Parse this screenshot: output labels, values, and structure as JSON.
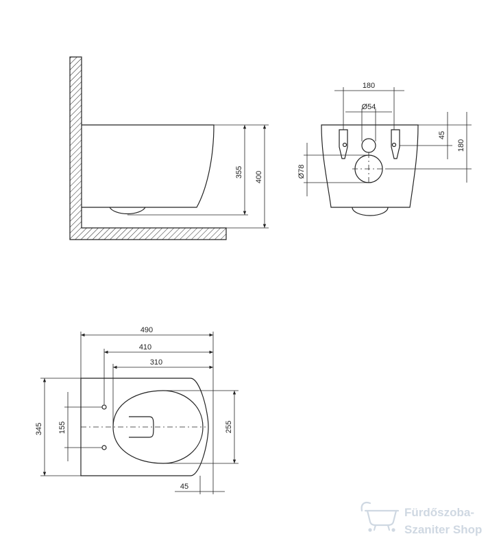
{
  "side_view": {
    "dims": {
      "d355": "355",
      "d400": "400"
    }
  },
  "rear_view": {
    "dims": {
      "d180_top": "180",
      "d54": "Ø54",
      "d45": "45",
      "d180_right": "180",
      "d78": "Ø78"
    }
  },
  "top_view": {
    "dims": {
      "d490": "490",
      "d410": "410",
      "d310": "310",
      "d345": "345",
      "d155": "155",
      "d255": "255",
      "d45": "45"
    }
  },
  "watermark": {
    "line1": "Fürdőszoba-",
    "line2": "Szaniter Shop",
    "icon": "bathtub-icon",
    "color": "#cfd8e2"
  },
  "colors": {
    "line": "#222222",
    "background": "#ffffff"
  }
}
